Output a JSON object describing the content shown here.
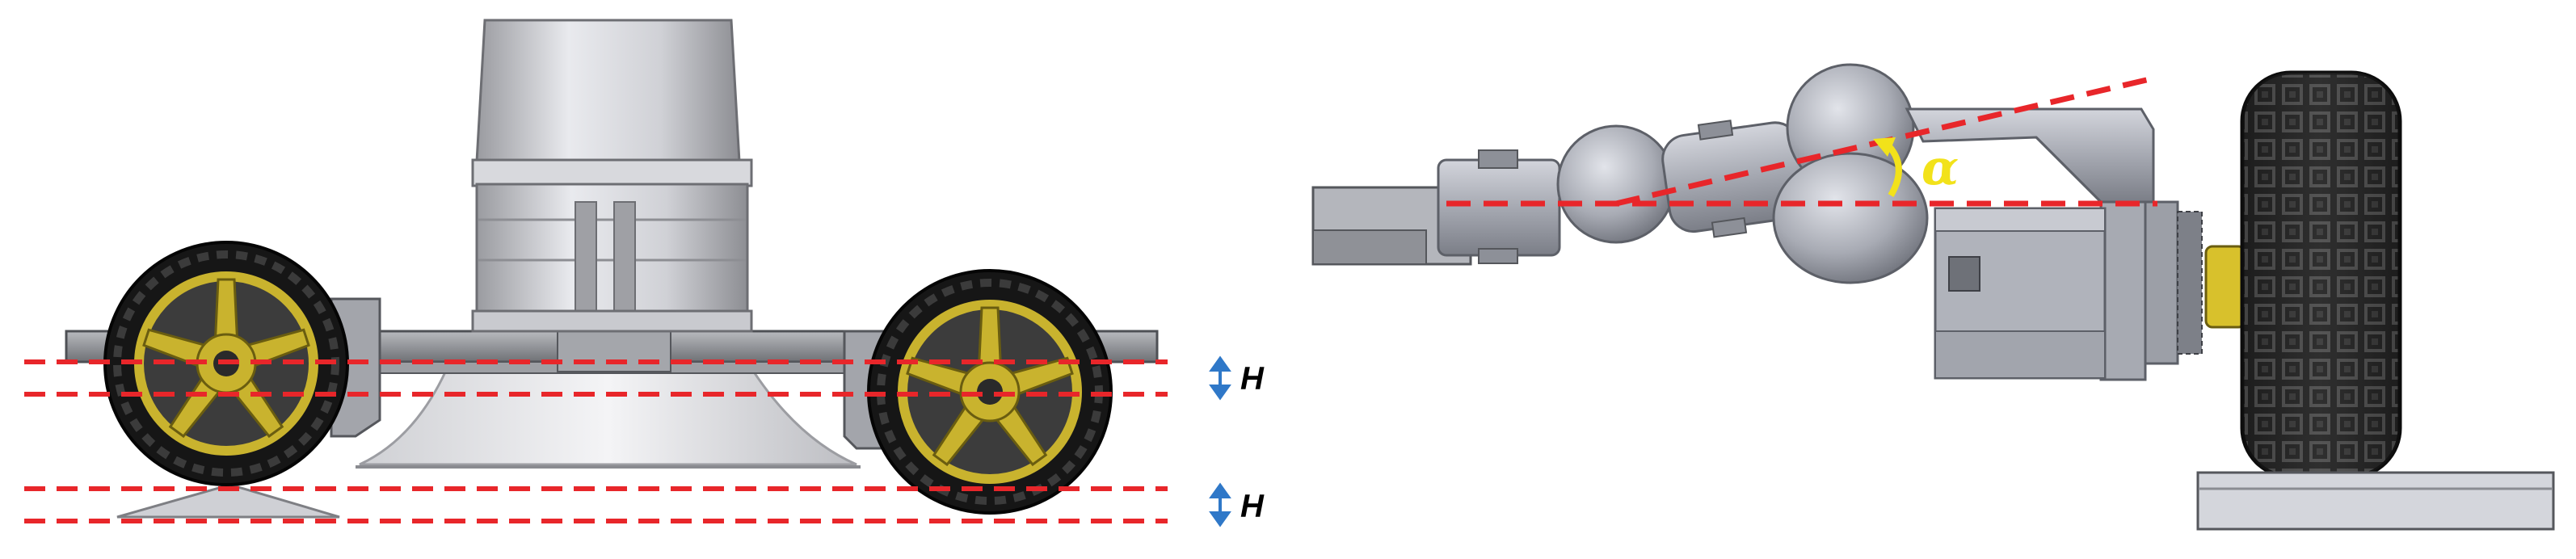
{
  "figure": {
    "labels": {
      "height_top": "H",
      "height_bottom": "H",
      "angle": "α"
    },
    "colors": {
      "guide_line": "#e8262a",
      "dimension_arrow": "#2f78c8",
      "angle_mark": "#f2e21a",
      "rim": "#c9b32e",
      "tire": "#1b1b1b",
      "body_gray": "#c4c6cc",
      "chassis_gray": "#8e9096"
    },
    "icons": [
      "double-arrow-icon",
      "curved-arrow-icon"
    ]
  }
}
